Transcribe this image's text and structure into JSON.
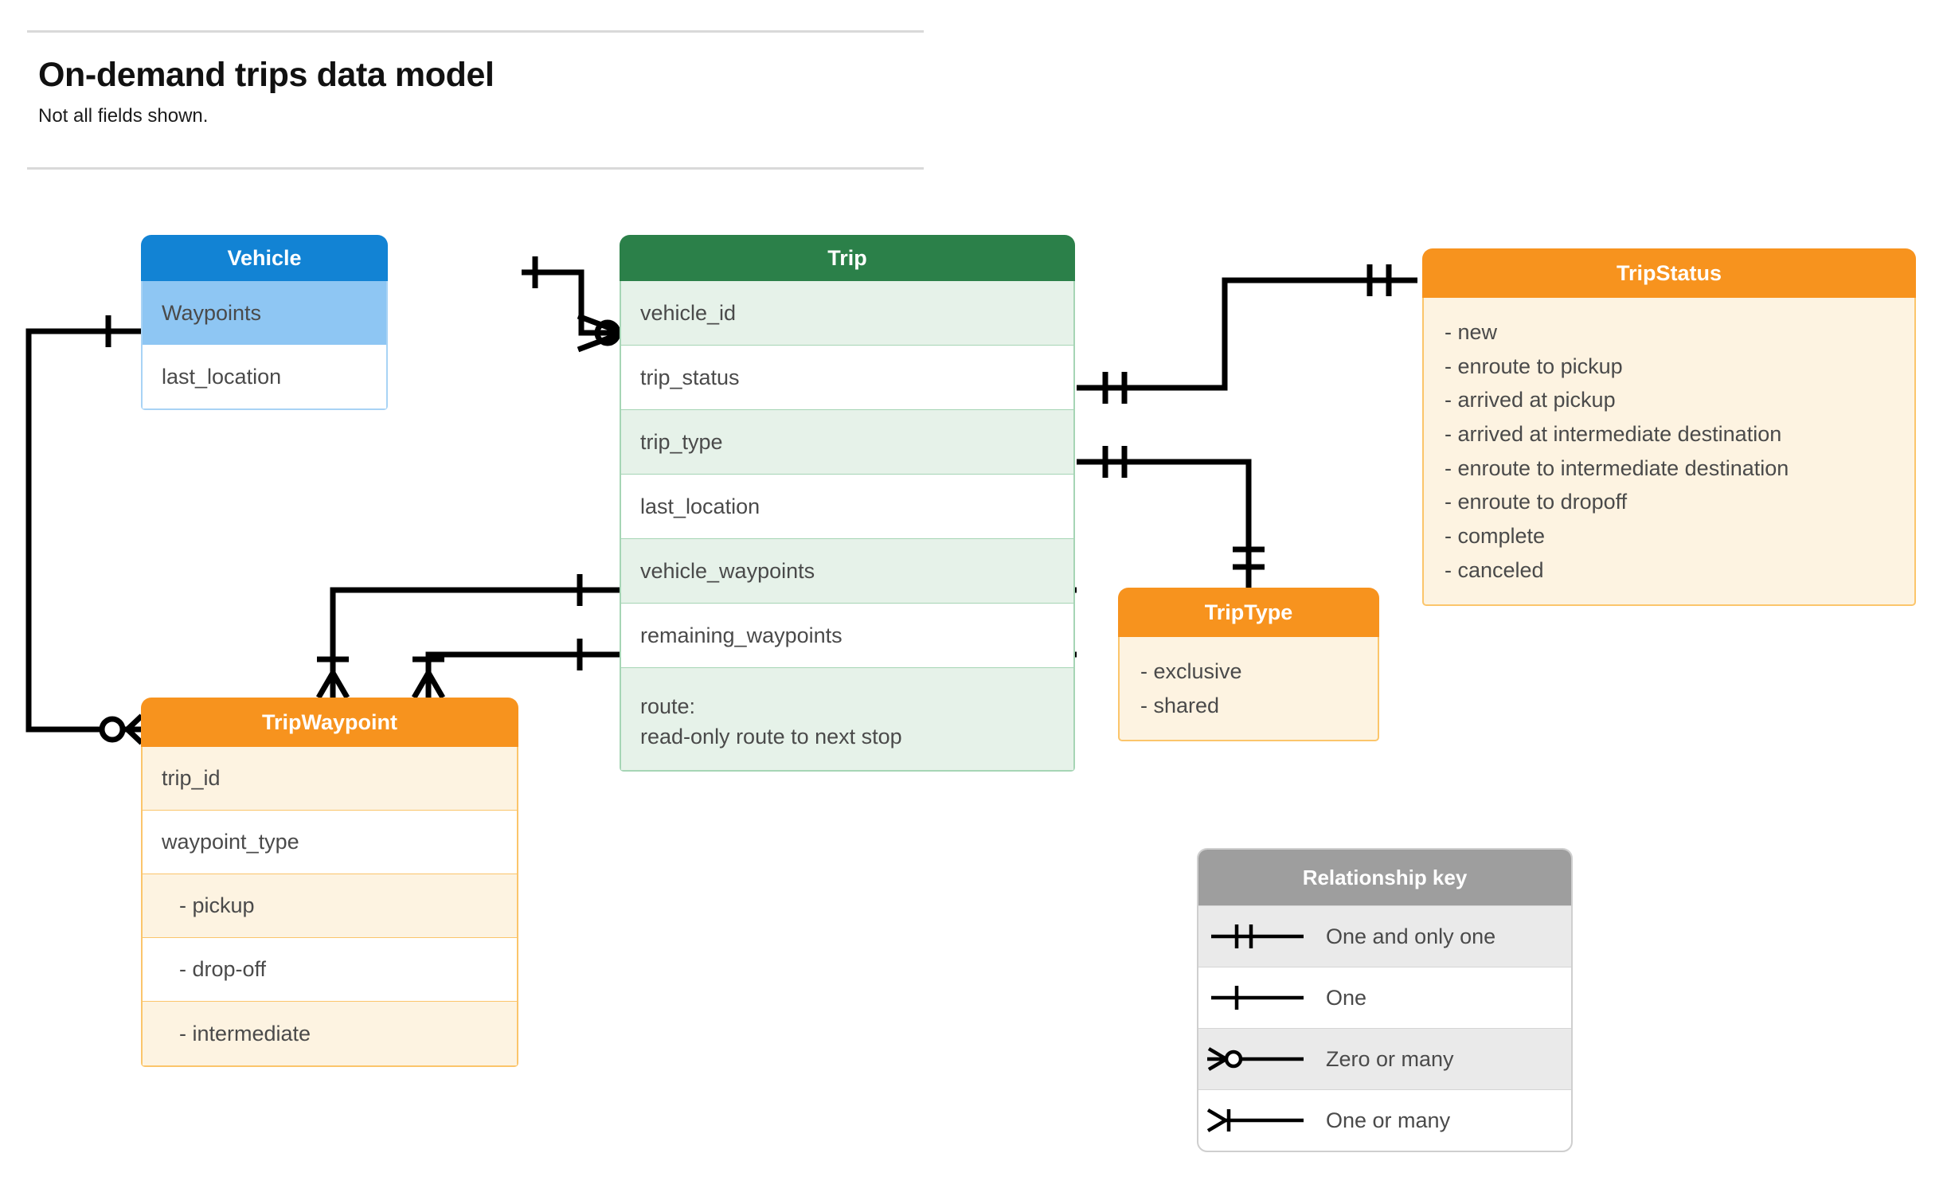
{
  "header": {
    "title": "On-demand trips data model",
    "subtitle": "Not all fields shown."
  },
  "entities": {
    "vehicle": {
      "name": "Vehicle",
      "header_color": "#1283d4",
      "fields": [
        "Waypoints",
        "last_location"
      ]
    },
    "trip": {
      "name": "Trip",
      "header_color": "#2b8049",
      "fields": [
        "vehicle_id",
        "trip_status",
        "trip_type",
        "last_location",
        "vehicle_waypoints",
        "remaining_waypoints"
      ],
      "route_label": "route:",
      "route_note": "read-only route to next stop"
    },
    "trip_status": {
      "name": "TripStatus",
      "header_color": "#f7931e",
      "values": [
        "- new",
        "- enroute to pickup",
        "- arrived at pickup",
        "- arrived at intermediate destination",
        "- enroute to intermediate destination",
        "- enroute to dropoff",
        "- complete",
        "- canceled"
      ]
    },
    "trip_type": {
      "name": "TripType",
      "header_color": "#f7931e",
      "values": [
        "- exclusive",
        "- shared"
      ]
    },
    "trip_waypoint": {
      "name": "TripWaypoint",
      "header_color": "#f7931e",
      "fields": [
        "trip_id",
        "waypoint_type"
      ],
      "waypoint_types": [
        "-  pickup",
        "-  drop-off",
        "-  intermediate"
      ]
    }
  },
  "legend": {
    "title": "Relationship key",
    "items": [
      {
        "symbol": "one-and-only-one",
        "label": "One and only one"
      },
      {
        "symbol": "one",
        "label": "One"
      },
      {
        "symbol": "zero-or-many",
        "label": "Zero or many"
      },
      {
        "symbol": "one-or-many",
        "label": "One or many"
      }
    ]
  },
  "relationships": [
    {
      "from": "Vehicle",
      "to": "Trip.vehicle_id",
      "from_cardinality": "one",
      "to_cardinality": "zero-or-many"
    },
    {
      "from": "Vehicle.Waypoints",
      "to": "TripWaypoint",
      "from_cardinality": "one",
      "to_cardinality": "zero-or-many"
    },
    {
      "from": "Trip.trip_status",
      "to": "TripStatus",
      "from_cardinality": "one-and-only-one",
      "to_cardinality": "one-and-only-one"
    },
    {
      "from": "Trip.trip_type",
      "to": "TripType",
      "from_cardinality": "one-and-only-one",
      "to_cardinality": "one-and-only-one"
    },
    {
      "from": "Trip.vehicle_waypoints",
      "to": "TripWaypoint",
      "from_cardinality": "one",
      "to_cardinality": "one-or-many"
    },
    {
      "from": "Trip.remaining_waypoints",
      "to": "TripWaypoint",
      "from_cardinality": "one",
      "to_cardinality": "one-or-many"
    }
  ]
}
